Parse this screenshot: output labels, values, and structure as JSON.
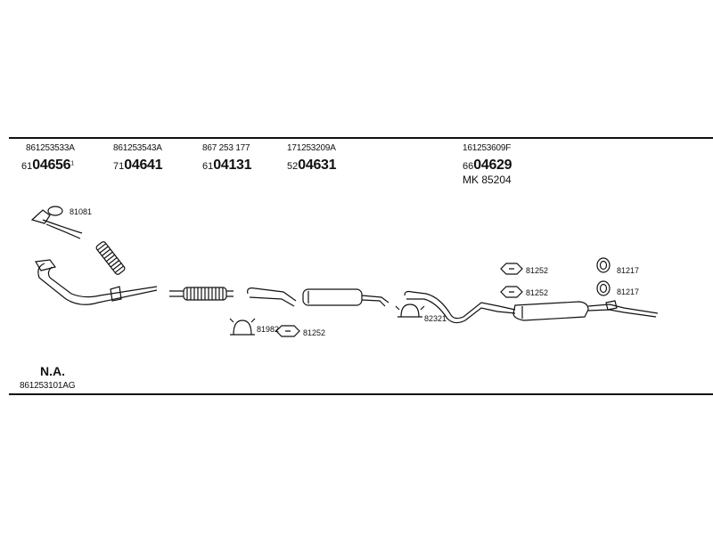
{
  "columns": [
    {
      "part_number": "861253533A",
      "code_prefix": "61",
      "code_main": "04656",
      "code_suffix": "1"
    },
    {
      "part_number": "861253543A",
      "code_prefix": "71",
      "code_main": "04641",
      "code_suffix": ""
    },
    {
      "part_number": "867 253 177",
      "code_prefix": "61",
      "code_main": "04131",
      "code_suffix": ""
    },
    {
      "part_number": "171253209A",
      "code_prefix": "52",
      "code_main": "04631",
      "code_suffix": ""
    },
    {
      "part_number": "161253609F",
      "code_prefix": "66",
      "code_main": "04629",
      "code_suffix": ""
    }
  ],
  "mounting_kit": "MK  85204",
  "labels": {
    "gasket": "81081",
    "clamp_mid": "81982",
    "bracket_mid": "81252",
    "clamp_rear": "82321",
    "bracket_top": "81252",
    "bracket_bottom": "81252",
    "ring_top": "81217",
    "ring_bottom": "81217"
  },
  "not_available": {
    "label": "N.A.",
    "part_number": "861253101AG"
  }
}
